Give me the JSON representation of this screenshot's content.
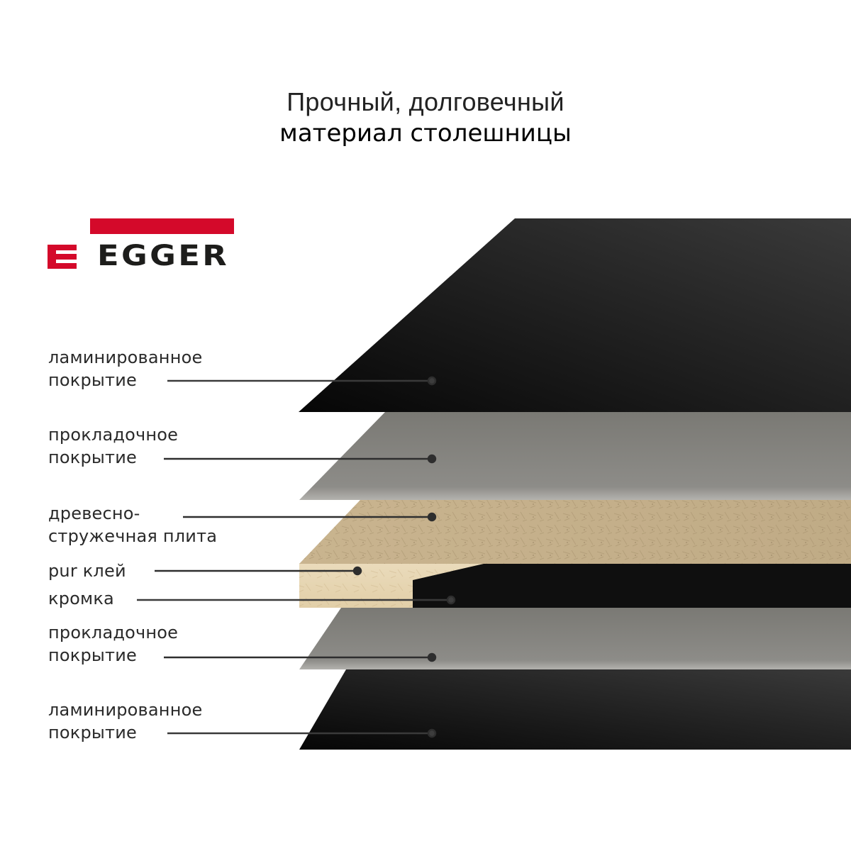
{
  "title": {
    "line1": "Прочный, долговечный",
    "line2": "материал столешницы"
  },
  "logo": {
    "brand": "EGGER",
    "brand_color": "#d4092a",
    "text_color": "#1d1d1b"
  },
  "layers": [
    {
      "id": "laminate-top",
      "label_line1": "ламинированное",
      "label_line2": "покрытие",
      "color": "#1f1f1f"
    },
    {
      "id": "underlay-top",
      "label_line1": "прокладочное",
      "label_line2": "покрытие",
      "color": "#838280"
    },
    {
      "id": "chipboard",
      "label_line1": "древесно-",
      "label_line2": "стружечная плита",
      "color": "#cdb895"
    },
    {
      "id": "pur-glue",
      "label_line1": "pur клей",
      "label_line2": "",
      "color": "#e3d1ad"
    },
    {
      "id": "edge",
      "label_line1": "кромка",
      "label_line2": "",
      "color": "#111111"
    },
    {
      "id": "underlay-bottom",
      "label_line1": "прокладочное",
      "label_line2": "покрытие",
      "color": "#838280"
    },
    {
      "id": "laminate-bottom",
      "label_line1": "ламинированное",
      "label_line2": "покрытие",
      "color": "#1f1f1f"
    }
  ]
}
